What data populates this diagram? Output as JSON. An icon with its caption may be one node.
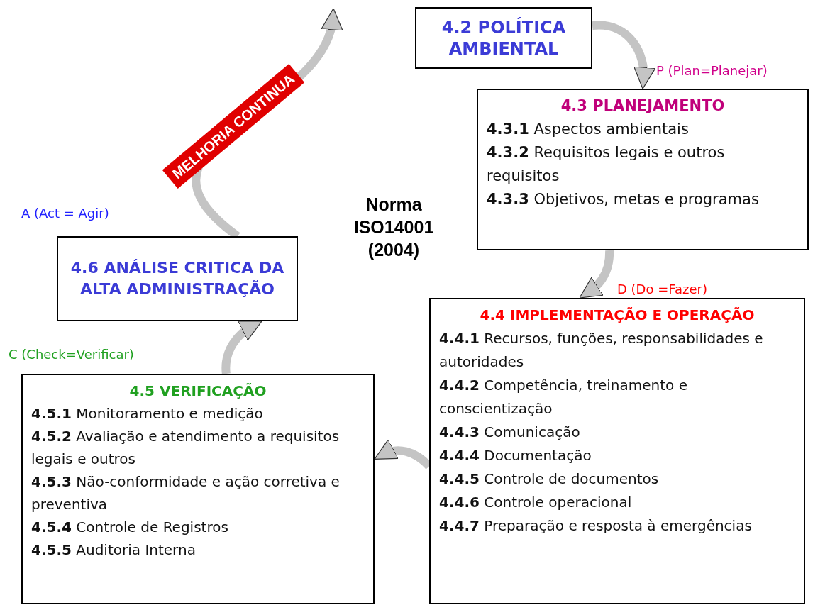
{
  "diagram": {
    "nodes": [
      {
        "text": [
          "4.2 POLÍTICA AMBIENTAL"
        ]
      },
      {
        "text": [
          "4.3 PLANEJAMENTO",
          "**4.3.1** Aspectos ambientais",
          "**4.3.2** Requisitos legais e outros requisitos",
          "**4.3.3** Objetivos, metas e programas"
        ]
      },
      {
        "text": [
          "4.4 IMPLEMENTAÇÃO E OPERAÇÃO",
          "**4.4.1** Recursos, funções, responsabilidades e autoridades",
          "**4.4.2** Competência, treinamento e conscientização",
          "**4.4.3** Comunicação",
          "**4.4.4** Documentação",
          "**4.4.5** Controle de documentos",
          "**4.4.6** Controle operacional",
          "**4.4.7** Preparação e resposta à emergências"
        ]
      },
      {
        "text": [
          "4.5 VERIFICAÇÃO",
          "**4.5.1** Monitoramento e medição",
          "**4.5.2** Avaliação e atendimento a requisitos legais e outros",
          "**4.5.3** Não-conformidade e ação corretiva e preventiva",
          "**4.5.4** Controle de Registros",
          "**4.5.5** Auditoria Interna"
        ]
      },
      {
        "text": [
          "4.6 ANÁLISE CRITICA DA ALTA ADMINISTRAÇÃO"
        ]
      }
    ],
    "edges": [
      {
        "from": 0,
        "to": 1,
        "arrow": "to"
      },
      {
        "from": 1,
        "to": 2,
        "arrow": "to"
      },
      {
        "from": 2,
        "to": 3,
        "arrow": "to"
      },
      {
        "from": 3,
        "to": 4,
        "arrow": "to"
      },
      {
        "from": 4,
        "to": null,
        "arrow": "to",
        "label": "MELHORIA CONTINUA"
      }
    ],
    "labels": [
      "P (Plan=Planejar)",
      "Norma ISO14001 (2004)",
      "A (Act = Agir)",
      "D (Do =Fazer)",
      "C (Check=Verificar)"
    ]
  }
}
